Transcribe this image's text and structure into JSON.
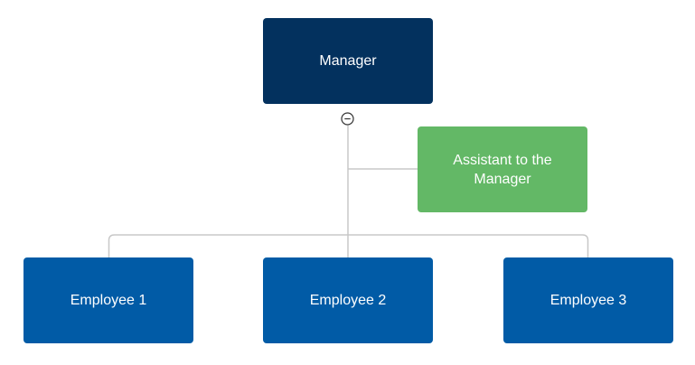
{
  "org_chart": {
    "manager": {
      "label": "Manager",
      "color": "#03315e"
    },
    "assistant": {
      "label": "Assistant to the Manager",
      "color": "#63b866"
    },
    "employees": [
      {
        "label": "Employee 1",
        "color": "#015ba6"
      },
      {
        "label": "Employee 2",
        "color": "#015ba6"
      },
      {
        "label": "Employee 3",
        "color": "#015ba6"
      }
    ],
    "connector_color": "#c8c8c8",
    "collapse_icon": "minus-circle-icon"
  }
}
